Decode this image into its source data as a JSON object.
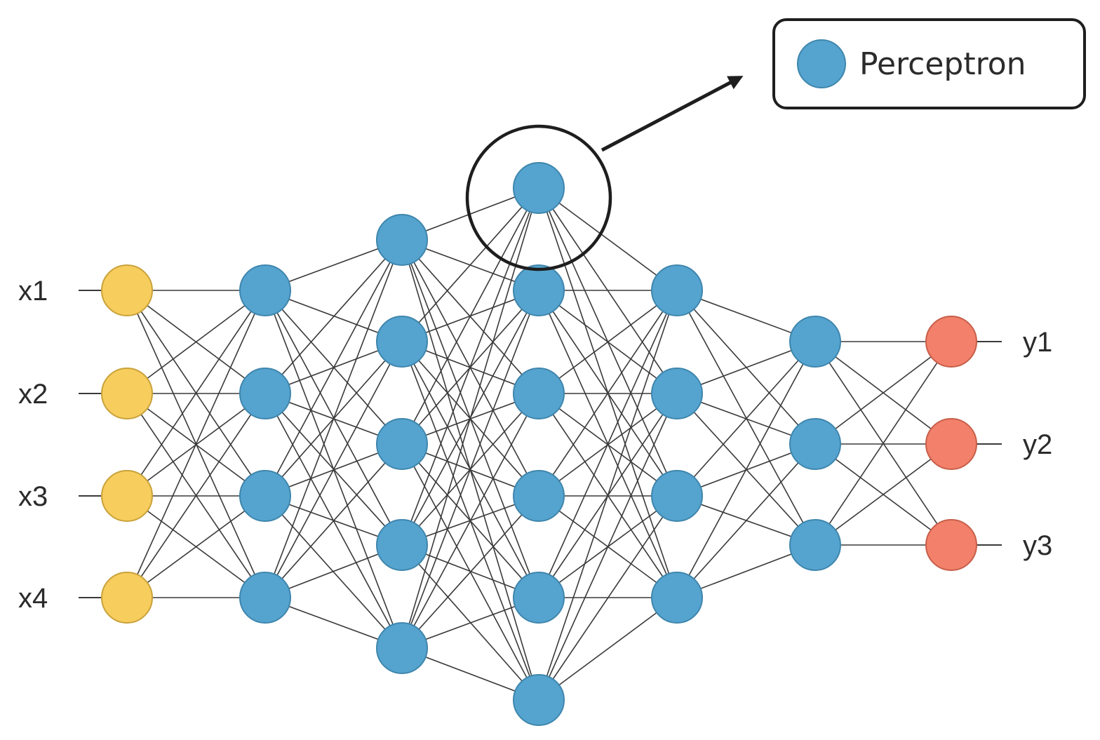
{
  "colors": {
    "input_node": "#f7cd5e",
    "input_node_stroke": "#c9a23a",
    "hidden_node": "#55a4cf",
    "hidden_node_stroke": "#3f86ad",
    "output_node": "#f2806a",
    "output_node_stroke": "#c75f4a",
    "edge": "#3a3a3a",
    "highlight_ring": "#1e1e1e"
  },
  "network": {
    "layers": [
      {
        "kind": "input",
        "nodes": 4
      },
      {
        "kind": "hidden",
        "nodes": 4
      },
      {
        "kind": "hidden",
        "nodes": 5
      },
      {
        "kind": "hidden",
        "nodes": 6
      },
      {
        "kind": "hidden",
        "nodes": 4
      },
      {
        "kind": "hidden",
        "nodes": 3
      },
      {
        "kind": "output",
        "nodes": 3
      }
    ],
    "highlighted": {
      "layer": 3,
      "node": 0
    }
  },
  "inputs": [
    "x1",
    "x2",
    "x3",
    "x4"
  ],
  "outputs": [
    "y1",
    "y2",
    "y3"
  ],
  "legend": {
    "label": "Perceptron",
    "icon": "perceptron-node-icon"
  }
}
